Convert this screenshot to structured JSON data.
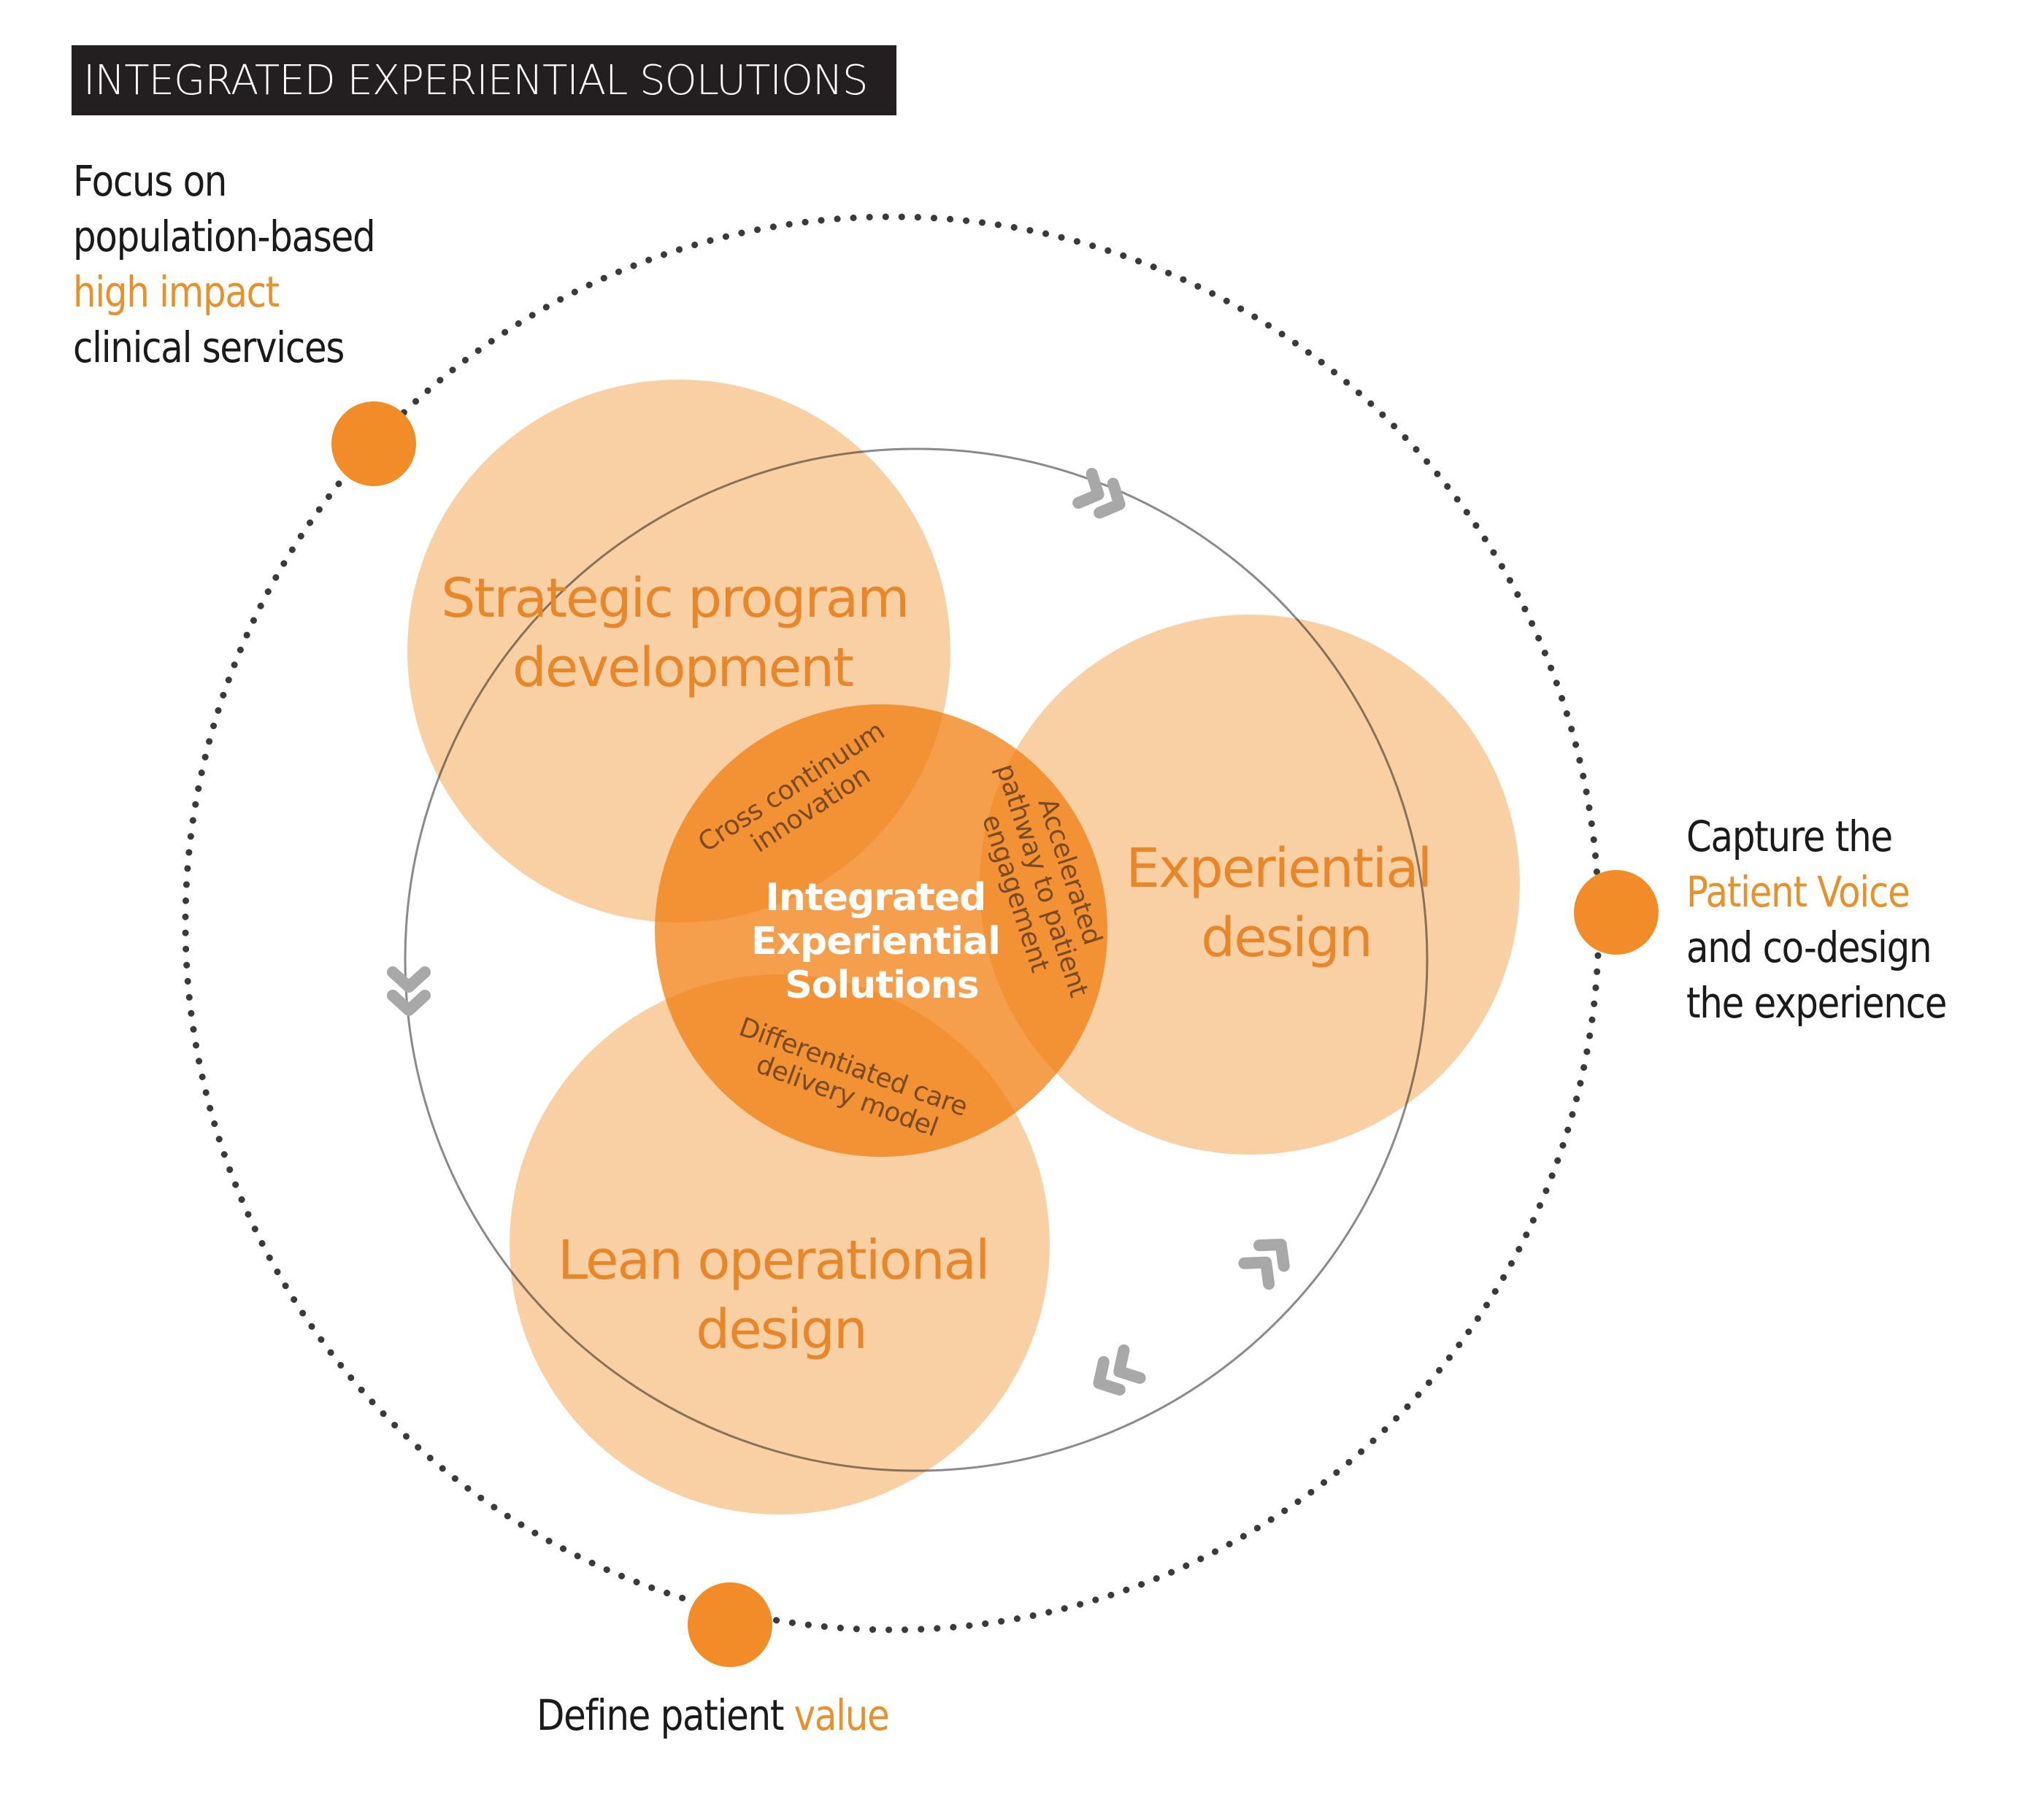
{
  "title": "INTEGRATED EXPERIENTIAL SOLUTIONS",
  "colors": {
    "accent": "#f28c28",
    "petal": "#f9d0a4",
    "center": "#f4963c",
    "label_orange": "#e8862a",
    "text_dark": "#1a1a1a",
    "title_bg": "#231f20",
    "dotted_ring": "#3a3a3a",
    "cycle_ring": "#8a8a8a",
    "chevron": "#a8a8a8"
  },
  "annotations": {
    "top_left": {
      "lines": [
        "Focus on",
        "population-based"
      ],
      "highlight": "high impact",
      "after": [
        "clinical services"
      ]
    },
    "right": {
      "before": [
        "Capture the"
      ],
      "highlight": "Patient Voice",
      "after": [
        "and co-design",
        "the experience"
      ]
    },
    "bottom": {
      "before": "Define patient ",
      "highlight": "value"
    }
  },
  "circles": {
    "strategic": {
      "lines": [
        "Strategic program",
        "development"
      ]
    },
    "experiential": {
      "lines": [
        "Experiential",
        "design"
      ]
    },
    "lean": {
      "lines": [
        "Lean operational",
        "design"
      ]
    },
    "center": {
      "lines": [
        "Integrated",
        "Experiential",
        "Solutions"
      ]
    }
  },
  "overlaps": {
    "strategic_center": {
      "lines": [
        "Cross continuum",
        "innovation"
      ]
    },
    "experiential_center": {
      "lines": [
        "Accelerated",
        "pathway to patient",
        "engagement"
      ]
    },
    "lean_center": {
      "lines": [
        "Differentiated care",
        "delivery model"
      ]
    }
  },
  "icons": {
    "cycle_arrows": [
      "double-chevron-right-icon",
      "double-chevron-down-icon",
      "double-chevron-up-icon",
      "double-chevron-left-icon"
    ],
    "milestone_dots": [
      "orange-dot-icon",
      "orange-dot-icon",
      "orange-dot-icon"
    ]
  }
}
